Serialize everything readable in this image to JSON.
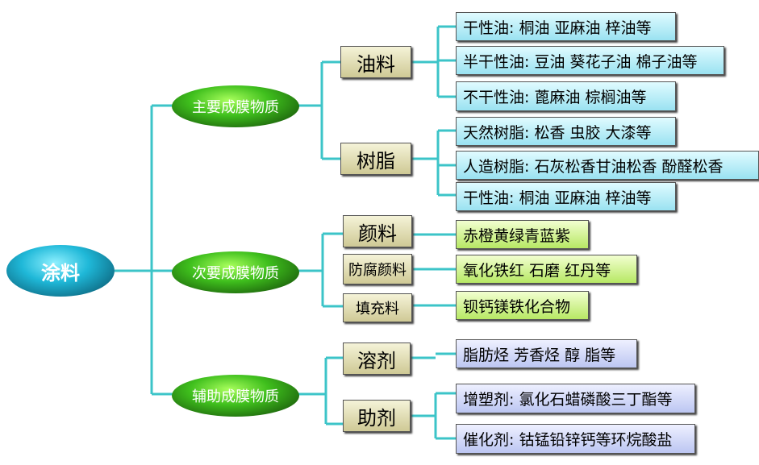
{
  "root": "涂料",
  "branches": [
    {
      "label": "主要成膜物质",
      "categories": [
        {
          "label": "油料",
          "items": [
            "干性油: 桐油 亚麻油 梓油等",
            "半干性油: 豆油 葵花子油 棉子油等",
            "不干性油: 蓖麻油 棕榈油等"
          ]
        },
        {
          "label": "树脂",
          "items": [
            "天然树脂: 松香 虫胶 大漆等",
            "人造树脂: 石灰松香甘油松香 酚醛松香",
            "干性油: 桐油 亚麻油 梓油等"
          ]
        }
      ]
    },
    {
      "label": "次要成膜物质",
      "categories": [
        {
          "label": "颜料",
          "items": [
            "赤橙黄绿青蓝紫"
          ]
        },
        {
          "label": "防腐颜料",
          "items": [
            "氧化铁红 石磨 红丹等"
          ]
        },
        {
          "label": "填充料",
          "items": [
            "钡钙镁铁化合物"
          ]
        }
      ]
    },
    {
      "label": "辅助成膜物质",
      "categories": [
        {
          "label": "溶剂",
          "items": [
            "脂肪烃 芳香烃 醇 脂等"
          ]
        },
        {
          "label": "助剂",
          "items": [
            "增塑剂: 氯化石蜡磷酸三丁酯等",
            "催化剂: 钴锰铅锌钙等环烷酸盐"
          ]
        }
      ]
    }
  ],
  "colors": {
    "connector": "#3cc4c8",
    "root": "#1fb8d8",
    "branch": "#3fbf1d",
    "category": "#e6e2b4",
    "leaf_cyan": "#b8ecf6",
    "leaf_green": "#cdf08a",
    "leaf_blue": "#d6dcf8"
  }
}
